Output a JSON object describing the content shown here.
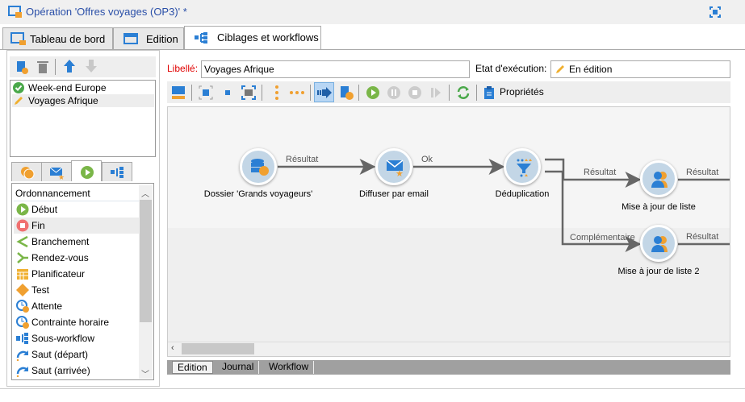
{
  "window": {
    "title": "Opération 'Offres voyages  (OP3)' *"
  },
  "tabs": [
    {
      "label": "Tableau de bord"
    },
    {
      "label": "Edition"
    },
    {
      "label": "Ciblages et workflows",
      "active": true
    }
  ],
  "workflows": [
    {
      "label": "Week-end Europe",
      "status": "check-icon"
    },
    {
      "label": "Voyages Afrique",
      "status": "pencil-icon",
      "selected": true
    }
  ],
  "palette": {
    "header": "Ordonnancement",
    "items": [
      "Début",
      "Fin",
      "Branchement",
      "Rendez-vous",
      "Planificateur",
      "Test",
      "Attente",
      "Contrainte horaire",
      "Sous-workflow",
      "Saut (départ)",
      "Saut (arrivée)"
    ]
  },
  "form": {
    "label_caption": "Libellé:",
    "label_value": "Voyages Afrique",
    "state_caption": "Etat d'exécution:",
    "state_value": "En édition"
  },
  "toolbar": {
    "properties": "Propriétés"
  },
  "workflow": {
    "nodes": [
      "Dossier 'Grands voyageurs'",
      "Diffuser par email",
      "Déduplication",
      "Mise à jour de liste",
      "Mise à jour de liste 2"
    ],
    "edges": [
      "Résultat",
      "Ok",
      "Résultat",
      "Complémentaire",
      "Résultat",
      "Résultat"
    ]
  },
  "bottom_tabs": [
    "Edition",
    "Journal",
    "Workflow"
  ],
  "colors": {
    "accent": "#2b7fd4",
    "orange": "#f0a030",
    "green": "#7ab648",
    "label_red": "#e00000"
  }
}
